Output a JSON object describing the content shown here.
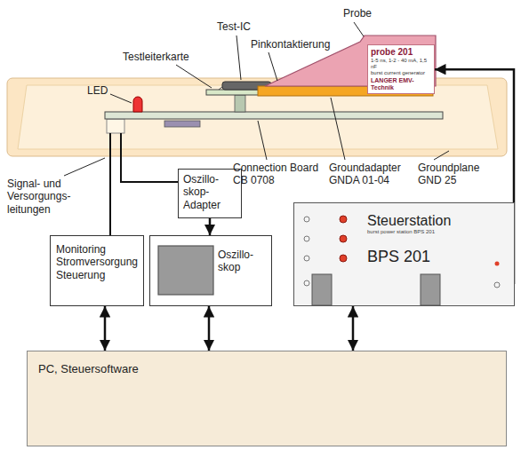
{
  "diagram": {
    "nodes": [
      {
        "text": [
          "probe 201",
          "1-5 ns, 1-2 - 40 mA, 1,5 nF",
          "burst current generator",
          "LANGER EMV-Technik"
        ]
      },
      {
        "text": [
          "Oszillo- skop- Adapter"
        ]
      },
      {
        "text": [
          "Monitoring Stromversorgung Steuerung"
        ]
      },
      {
        "text": [
          "Oszillo- skop"
        ]
      },
      {
        "text": [
          "Steuerstation",
          "burst power station BPS 201",
          "BPS 201"
        ]
      },
      {
        "text": [
          "PC, Steuersoftware"
        ]
      }
    ],
    "edges": [
      {
        "from": 4,
        "to": 0,
        "arrow": "to"
      },
      {
        "from": 1,
        "to": 3,
        "arrow": "to"
      },
      {
        "from": 2,
        "to": 5,
        "arrow": "both"
      },
      {
        "from": 3,
        "to": 5,
        "arrow": "both"
      },
      {
        "from": 4,
        "to": 5,
        "arrow": "both"
      }
    ],
    "labels": [
      "Probe",
      "Test-IC",
      "Pinkontaktierung",
      "Testleiterkarte",
      "LED",
      "Connection Board CB 0708",
      "Groundadapter GNDA 01-04",
      "Groundplane GND 25",
      "Signal- und Versorgungs- leitungen"
    ]
  }
}
